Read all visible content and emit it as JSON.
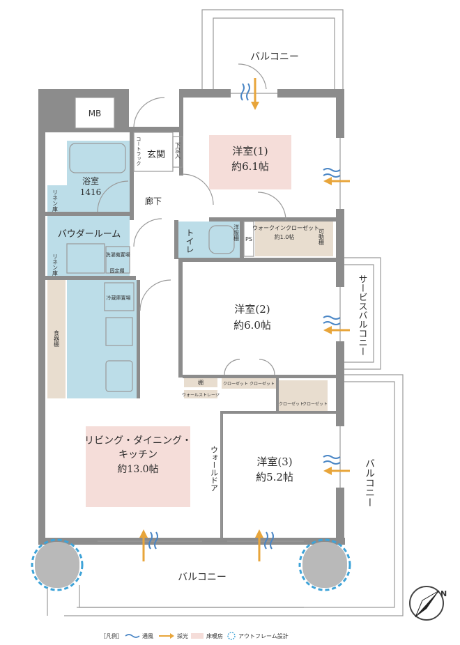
{
  "colors": {
    "wall": "#8c8c8c",
    "thin": "#9a9a9a",
    "wet_area": "#bcdde8",
    "floor_heating": "#f5ddd9",
    "storage": "#e8ddcf",
    "ventilation": "#4a86c5",
    "daylight": "#e8a53a",
    "outframe": "#3ea3d8"
  },
  "rooms": {
    "balcony_top": "バルコニー",
    "mb": "MB",
    "genkan": "玄関",
    "coat_rack": "コートラック",
    "shoe_rack": "下足入",
    "bedroom1_name": "洋室(1)",
    "bedroom1_size": "約6.1帖",
    "bath_name": "浴室",
    "bath_size": "1416",
    "linen_top": "リネン庫",
    "corridor": "廊下",
    "powder_room": "パウダールーム",
    "wardrobe": "洋服棚",
    "toilet": "トイレ",
    "ps": "PS",
    "walkin_closet": "ウォークインクローゼット",
    "walkin_size": "約1.0帖",
    "movable_shelf": "可動棚",
    "linen_bottom": "リネン庫",
    "washer": "洗濯機置場",
    "fixed_shelf": "固定棚",
    "fridge": "冷蔵庫置場",
    "service_balcony": "サービスバルコニー",
    "bedroom2_name": "洋室(2)",
    "bedroom2_size": "約6.0帖",
    "cupboard": "食器棚",
    "shelf": "棚",
    "wall_storage": "ウォールストレージ",
    "closet1": "クローゼット",
    "closet2": "クローゼット",
    "closet3": "クローゼット",
    "closet4": "クローゼット",
    "ldk_name_1": "リビング・ダイニング・",
    "ldk_name_2": "キッチン",
    "ldk_size": "約13.0帖",
    "wall_door": "ウォールドア",
    "bedroom3_name": "洋室(3)",
    "bedroom3_size": "約5.2帖",
    "balcony_right": "バルコニー",
    "balcony_bottom": "バルコニー"
  },
  "legend": {
    "title": "［凡例］",
    "ventilation": "通風",
    "daylight": "採光",
    "floor_heating": "床暖房",
    "outframe": "アウトフレーム設計"
  },
  "compass": {
    "label": "N"
  }
}
